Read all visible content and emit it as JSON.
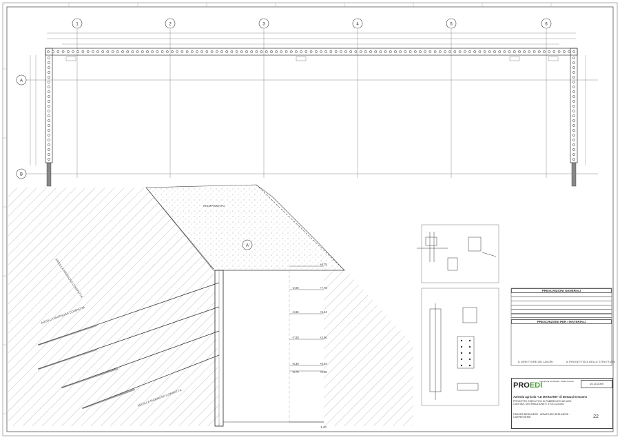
{
  "axes_letters": [
    "A",
    "B"
  ],
  "axes_numbers": [
    "1",
    "2",
    "3",
    "4",
    "5",
    "6"
  ],
  "section_marker": "A",
  "levels": [
    "+8.75",
    "+7.76",
    "+5.24",
    "+2.60",
    "+0.64",
    "+0.00",
    "-1.40"
  ],
  "level_tags": [
    "-2.00",
    "-4.65",
    "-7.00",
    "-8.30",
    "-8.70"
  ],
  "soil_labels": [
    "RIEMPIMENTO",
    "ARGILLA MARNOSA COMPATTA",
    "ARGILLA MARNOSA COMPATTA",
    "ARGILLA MARNOSA COMPATTA"
  ],
  "prescriptions_title": "PRESCRIZIONI GENERALI",
  "materials_title": "PRESCRIZIONI PER I MATERIALI",
  "note_left": "IL DIRETTORE DEI LAVORI",
  "note_right": "IL PROGETTISTA DELLE STRUTTURE",
  "logo_main": "PRO",
  "logo_accent": "EDI",
  "client": "Azienda agricola \"LE MARZANE\" di Bottazzi Ermanno",
  "title_lines": "PROGETTO ESECUTIVO DI FABBRICATO AD USO CANTINA, DISTRIBUZIONE E STOCCAGGIO",
  "subtitle_lines": "PARATIE BERLINESE - ARMATURE BERLINESE - CARPENTERIE",
  "date": "15.10.2009",
  "sheet_number": "22",
  "firm_lines": "Ingegneria strutturale - Studio tecnico"
}
